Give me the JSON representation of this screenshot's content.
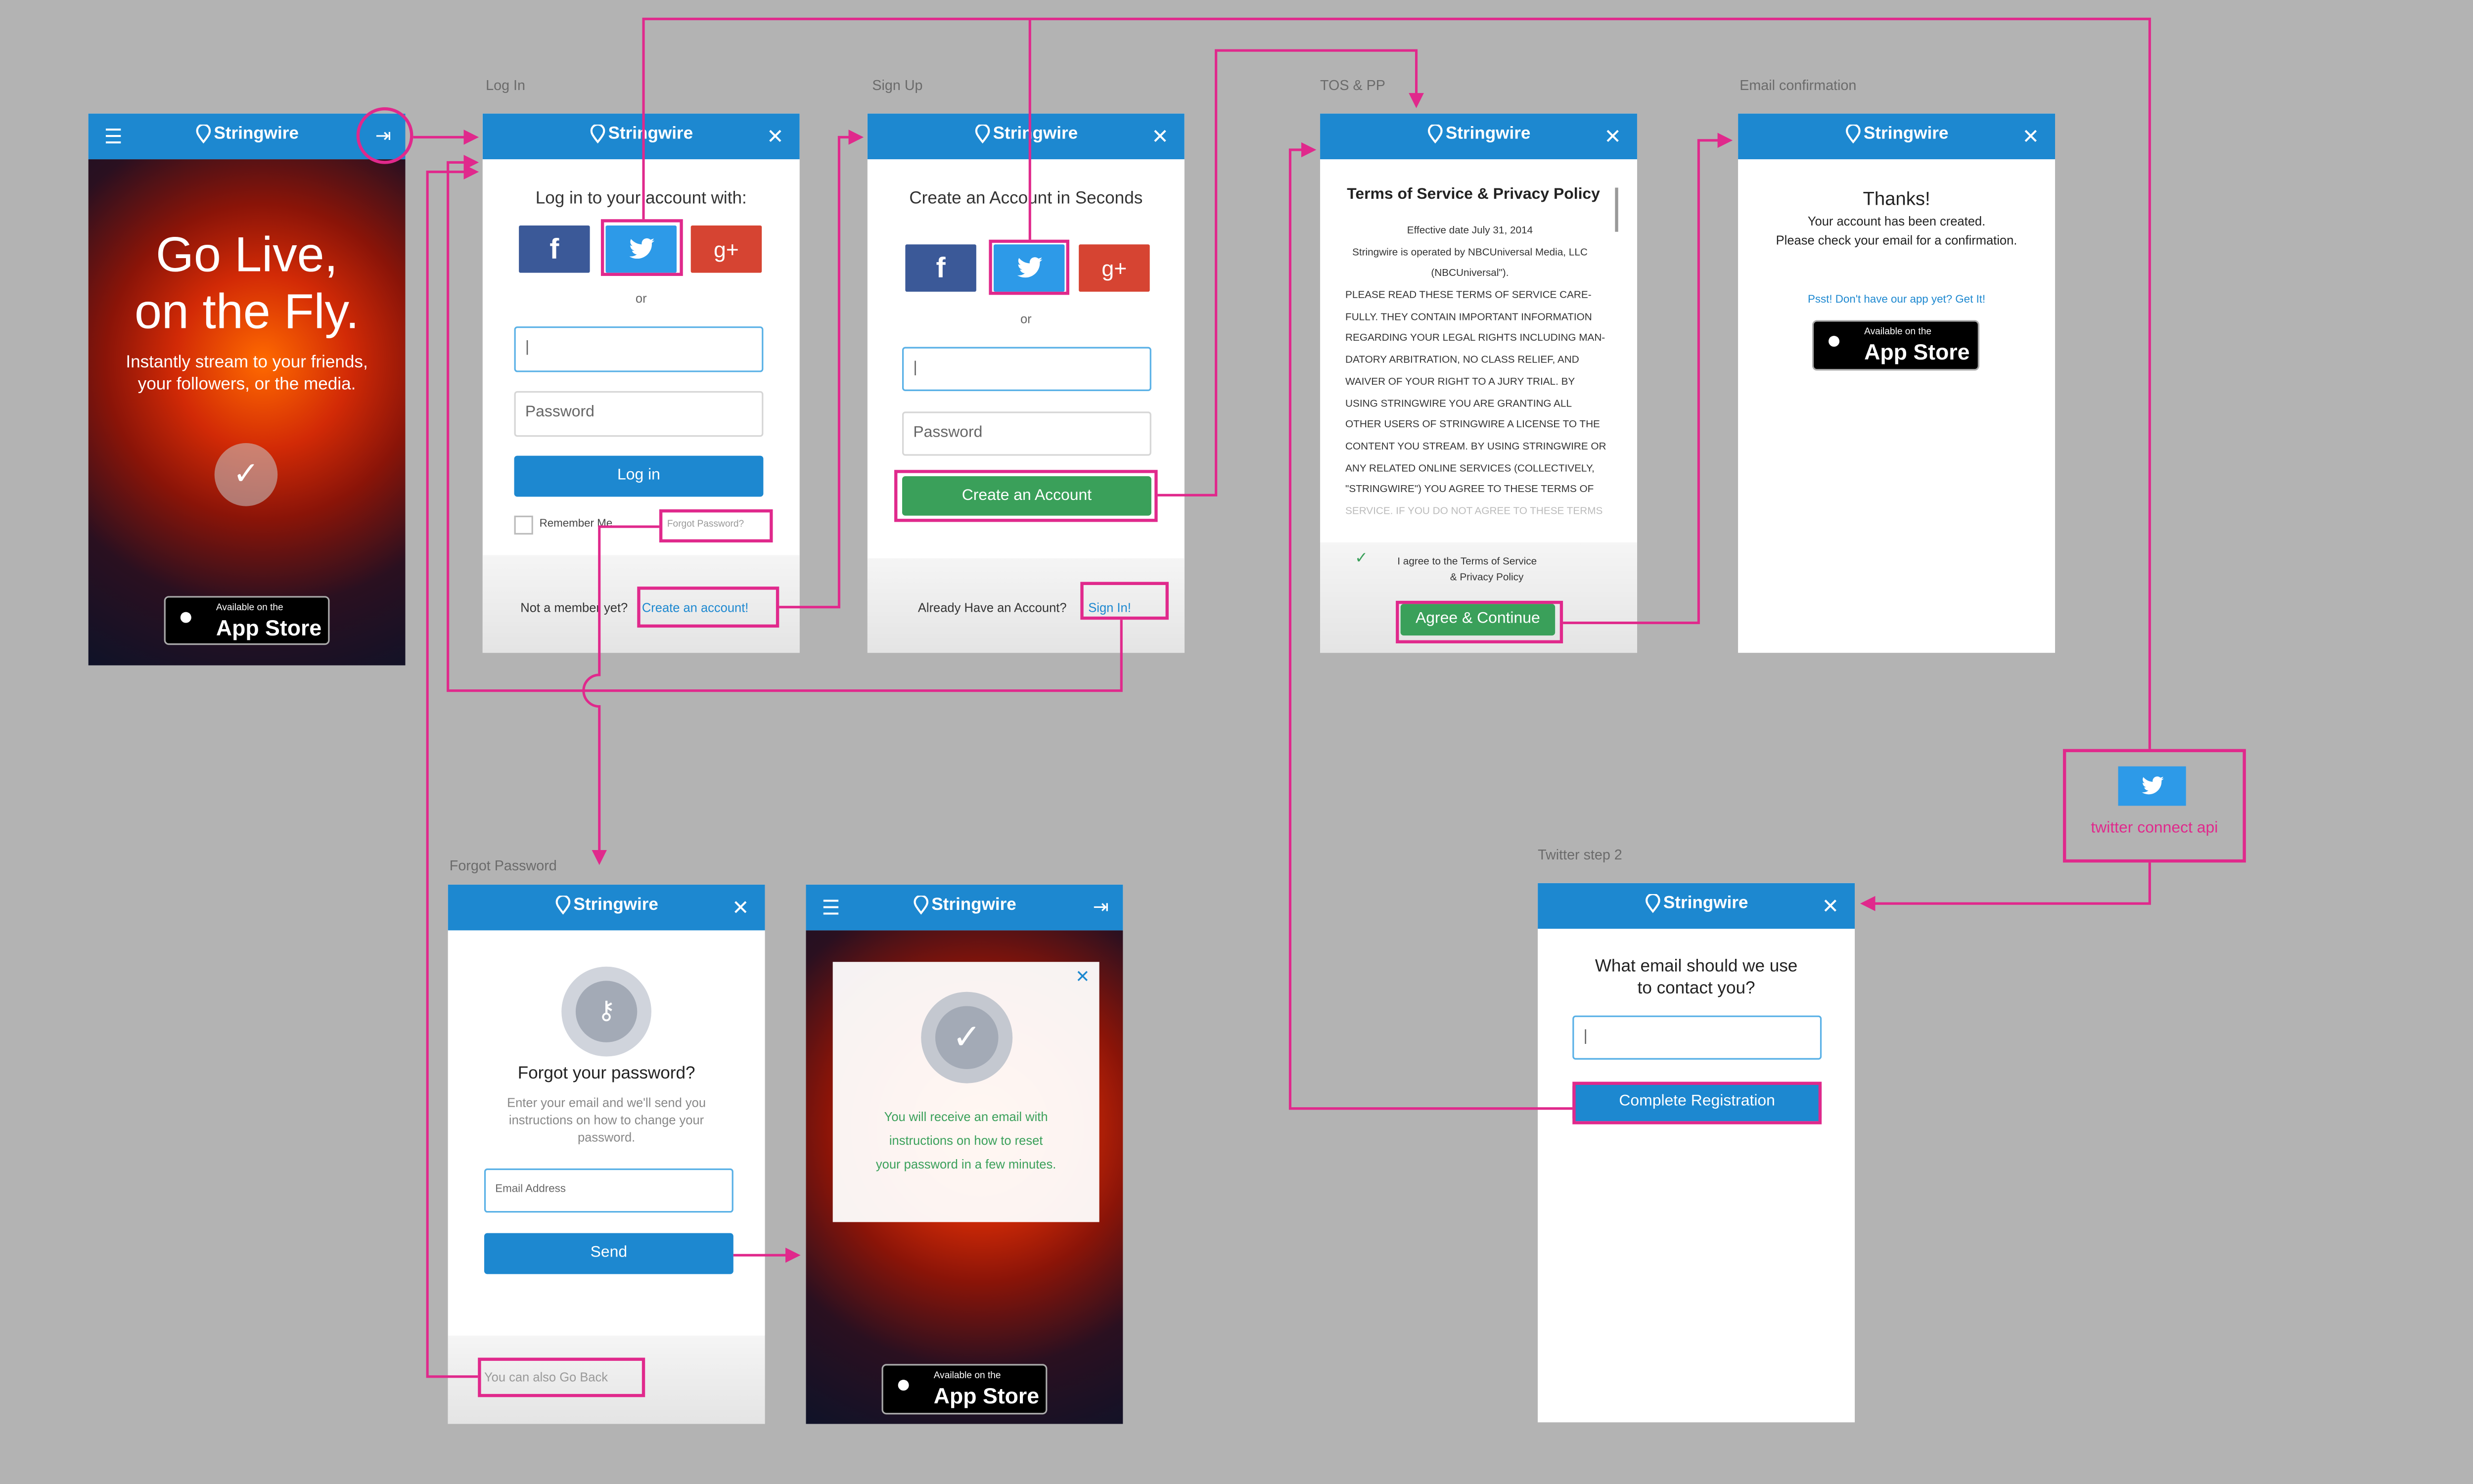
{
  "labels": {
    "login": "Log In",
    "signup": "Sign Up",
    "tos": "TOS & PP",
    "email_confirmation": "Email confirmation",
    "forgot": "Forgot Password",
    "twitter_step2": "Twitter step 2"
  },
  "brand": {
    "name": "Stringwire",
    "header_color": "#1d88d0",
    "highlight_color": "#e0298c"
  },
  "home": {
    "headline1": "Go Live,",
    "headline2": "on the Fly.",
    "sub1": "Instantly stream to your friends,",
    "sub2": "your followers, or the media."
  },
  "appstore": {
    "small": "Available on the",
    "big": "App Store"
  },
  "login": {
    "title": "Log in to your account with:",
    "or": "or",
    "password_placeholder": "Password",
    "button": "Log in",
    "remember": "Remember Me",
    "forgot": "Forgot Password?",
    "not_member": "Not a member yet?",
    "create_link": "Create an account!"
  },
  "signup": {
    "title": "Create an Account in Seconds",
    "or": "or",
    "password_placeholder": "Password",
    "button": "Create an Account",
    "already": "Already Have an Account?",
    "signin_link": "Sign In!"
  },
  "tos": {
    "title": "Terms of Service & Privacy Policy",
    "effective": "Effective date July 31, 2014",
    "operated": "Stringwire is operated by NBCUniversal Media, LLC",
    "nbcu": "(NBCUniversal\").",
    "body": [
      "PLEASE READ THESE TERMS OF SERVICE CARE-",
      "FULLY. THEY CONTAIN IMPORTANT INFORMATION",
      "REGARDING YOUR LEGAL RIGHTS INCLUDING MAN-",
      "DATORY ARBITRATION, NO CLASS RELIEF, AND",
      "WAIVER OF YOUR RIGHT TO A JURY TRIAL. BY",
      "USING STRINGWIRE YOU ARE GRANTING ALL",
      "OTHER USERS OF STRINGWIRE A LICENSE TO THE",
      "CONTENT YOU STREAM. BY USING STRINGWIRE OR",
      "ANY RELATED ONLINE SERVICES (COLLECTIVELY,",
      "\"STRINGWIRE\") YOU AGREE TO THESE TERMS OF",
      "SERVICE. IF YOU DO NOT AGREE TO THESE TERMS"
    ],
    "agree1": "I agree to the Terms of Service",
    "agree2": "& Privacy Policy",
    "button": "Agree & Continue"
  },
  "confirm": {
    "thanks": "Thanks!",
    "line1": "Your account has been created.",
    "line2": "Please check your email for a confirmation.",
    "psst": "Psst! Don't have our app yet? Get It!"
  },
  "forgot": {
    "title": "Forgot your password?",
    "desc1": "Enter your email and we'll send you",
    "desc2": "instructions on how to change your",
    "desc3": "password.",
    "email_placeholder": "Email Address",
    "button": "Send",
    "goback": "You can also Go Back"
  },
  "reset_modal": {
    "line1": "You will receive an email with",
    "line2": "instructions on how to reset",
    "line3": "your password in a few minutes."
  },
  "twitter_api": {
    "label": "twitter connect api"
  },
  "twitter2": {
    "q1": "What email should we use",
    "q2": "to contact you?",
    "button": "Complete Registration"
  }
}
